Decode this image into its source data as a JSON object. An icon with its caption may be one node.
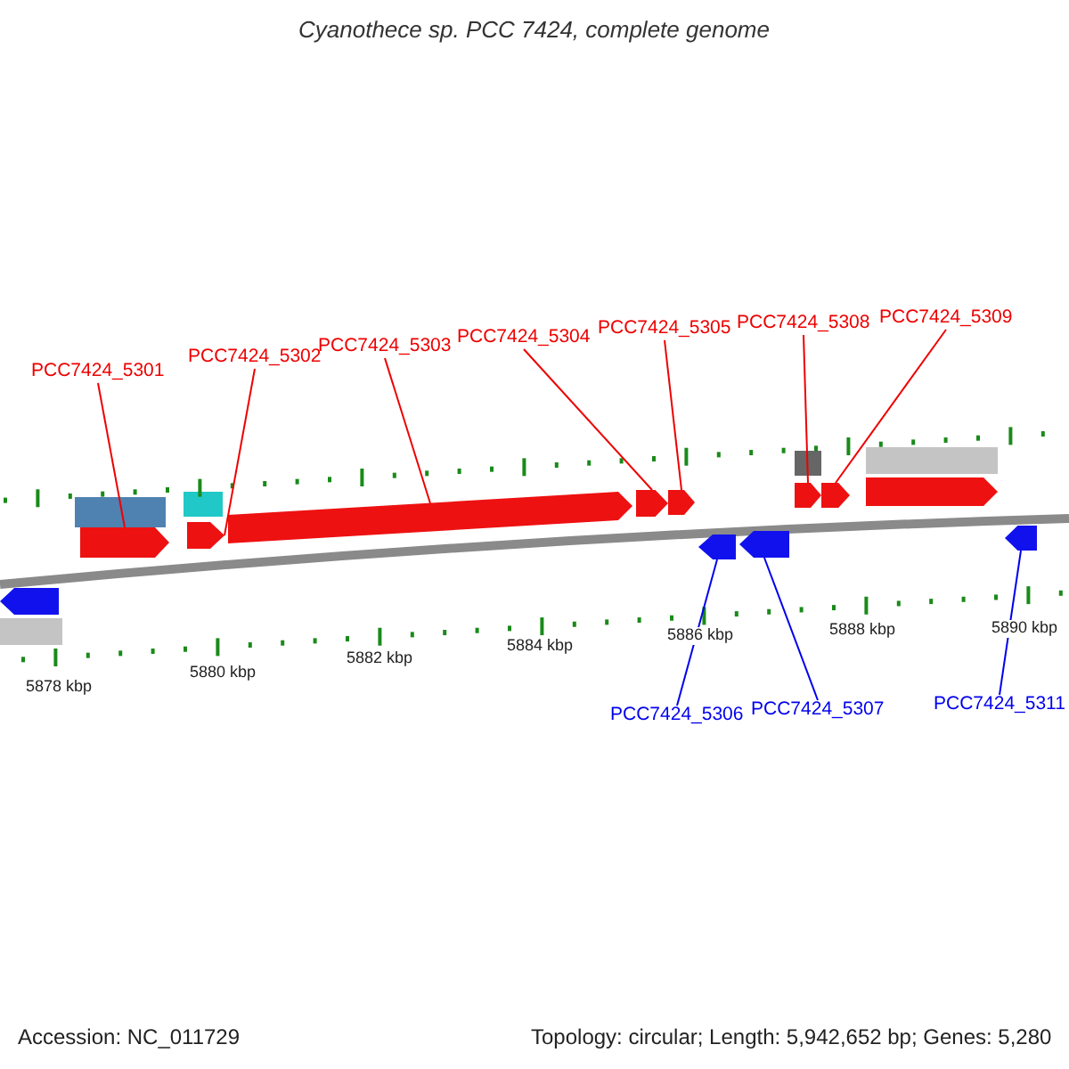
{
  "diagram": {
    "title": "Cyanothece sp. PCC 7424, complete genome",
    "nodes": [
      {
        "text": [
          "PCC7424_5301"
        ]
      },
      {
        "text": [
          "PCC7424_5302"
        ]
      },
      {
        "text": [
          "PCC7424_5303"
        ]
      },
      {
        "text": [
          "PCC7424_5304"
        ]
      },
      {
        "text": [
          "PCC7424_5305"
        ]
      },
      {
        "text": [
          "PCC7424_5308"
        ]
      },
      {
        "text": [
          "PCC7424_5309"
        ]
      },
      {
        "text": [],
        "shape": "pentagon"
      },
      {
        "text": [],
        "shape": "pentagon"
      },
      {
        "text": [],
        "shape": "pentagon"
      },
      {
        "text": [],
        "shape": "pentagon"
      },
      {
        "text": [],
        "shape": "pentagon"
      },
      {
        "text": [],
        "shape": "pentagon"
      },
      {
        "text": [],
        "shape": "pentagon"
      },
      {
        "text": [],
        "shape": "pentagon"
      },
      {
        "text": [],
        "shape": "pentagon"
      },
      {
        "text": [],
        "shape": "pentagon"
      },
      {
        "text": [
          "PCC7424_5306"
        ]
      },
      {
        "text": [
          "PCC7424_5307"
        ]
      },
      {
        "text": [
          "PCC7424_5311"
        ]
      }
    ],
    "edges": [
      {
        "from": 0,
        "to": 7,
        "arrow": "none"
      },
      {
        "from": 1,
        "to": 8,
        "arrow": "none"
      },
      {
        "from": 2,
        "to": 9,
        "arrow": "none"
      },
      {
        "from": 3,
        "to": 10,
        "arrow": "none"
      },
      {
        "from": 4,
        "to": 11,
        "arrow": "none"
      },
      {
        "from": 5,
        "to": 12,
        "arrow": "none"
      },
      {
        "from": 6,
        "to": 13,
        "arrow": "none"
      },
      {
        "from": 17,
        "to": 14,
        "arrow": "none",
        "color": "#0000ee"
      },
      {
        "from": 18,
        "to": 15,
        "arrow": "none",
        "color": "#0000ee"
      },
      {
        "from": 19,
        "to": 16,
        "arrow": "none",
        "color": "#0000ee"
      }
    ],
    "labels": [
      "5878 kbp",
      "5880 kbp",
      "5882 kbp",
      "5884 kbp",
      "5886 kbp",
      "5888 kbp",
      "5890 kbp",
      "Accession: NC_011729",
      "Topology: circular; Length: 5,942,652 bp; Genes: 5,280"
    ]
  }
}
